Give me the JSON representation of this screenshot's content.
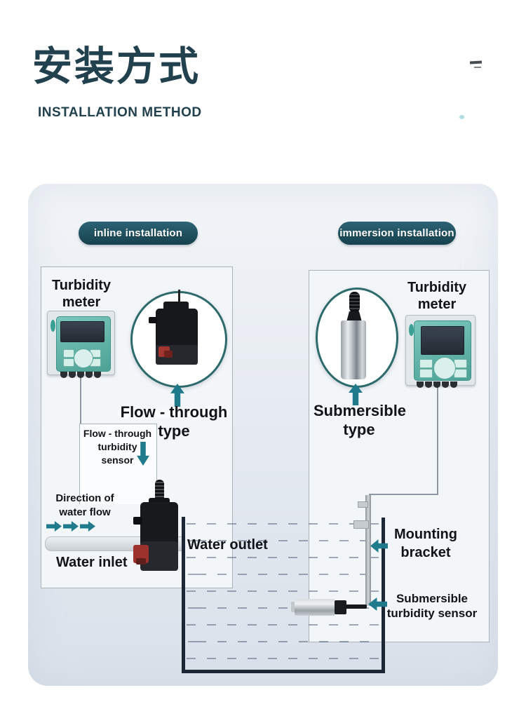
{
  "header": {
    "title_zh": "安装方式",
    "title_en": "INSTALLATION METHOD"
  },
  "inline_section": {
    "badge": "inline installation",
    "meter_label": "Turbidity meter",
    "type_label": "Flow - through type",
    "sensor_box_label": "Flow - through turbidity sensor",
    "direction_label": "Direction of water flow",
    "inlet_label": "Water inlet",
    "outlet_label": "Water outlet"
  },
  "immersion_section": {
    "badge": "immersion installation",
    "meter_label": "Turbidity meter",
    "type_label": "Submersible type",
    "bracket_label": "Mounting bracket",
    "sensor_label": "Submersible turbidity sensor"
  },
  "icons": {
    "up_arrow": "css-triangle-up",
    "down_arrow": "css-triangle-down",
    "left_arrow": "css-triangle-left",
    "flow_arrow": "css-triangle-right"
  },
  "colors": {
    "accent_teal": "#1f7b8b",
    "badge_bg": "#1d4f5c",
    "title_text": "#21414e",
    "tank_outline": "#1d2635",
    "meter_teal": "#5fb7ad",
    "label_text": "#101418"
  }
}
